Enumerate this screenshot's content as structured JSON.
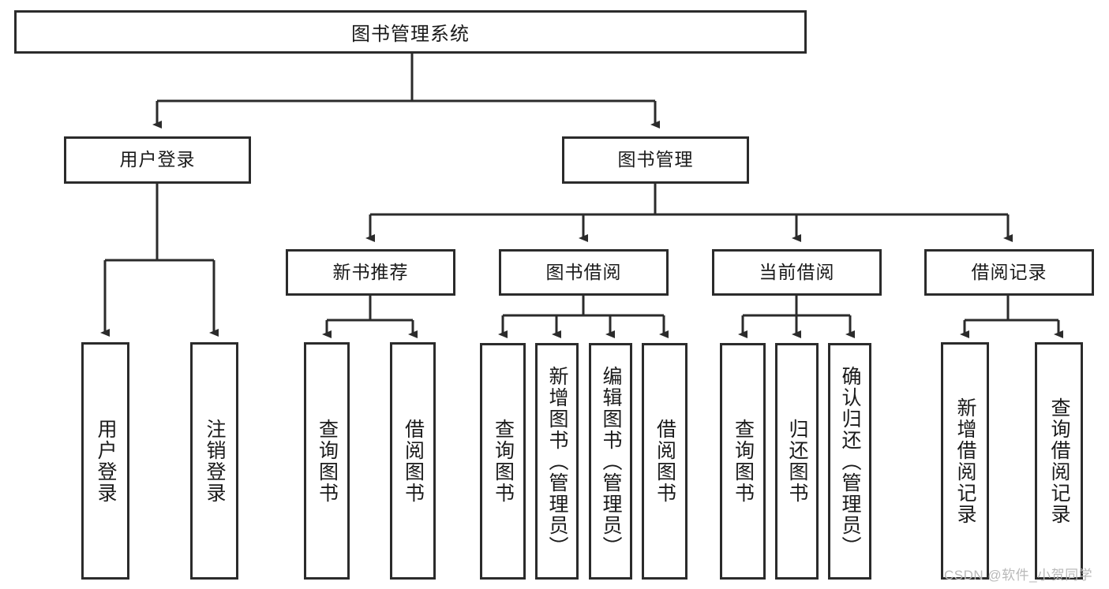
{
  "diagram": {
    "type": "tree-hierarchy-chart",
    "title": "图书管理系统",
    "orientation": "top-down",
    "line_color": "#2b2b2b",
    "box_fill": "#ffffff",
    "text_color": "#1a1a1a"
  },
  "root": {
    "label": "图书管理系统"
  },
  "level2": [
    {
      "label": "用户登录"
    },
    {
      "label": "图书管理"
    }
  ],
  "level3": [
    {
      "label": "新书推荐"
    },
    {
      "label": "图书借阅"
    },
    {
      "label": "当前借阅"
    },
    {
      "label": "借阅记录"
    }
  ],
  "leaves": {
    "user_login": [
      {
        "label": "用户登录"
      },
      {
        "label": "注销登录"
      }
    ],
    "new_book_recommend": [
      {
        "label": "查询图书"
      },
      {
        "label": "借阅图书"
      }
    ],
    "book_borrow": [
      {
        "label": "查询图书"
      },
      {
        "label": "新增图书（管理员）"
      },
      {
        "label": "编辑图书（管理员）"
      },
      {
        "label": "借阅图书"
      }
    ],
    "current_borrow": [
      {
        "label": "查询图书"
      },
      {
        "label": "归还图书"
      },
      {
        "label": "确认归还（管理员）"
      }
    ],
    "borrow_record": [
      {
        "label": "新增借阅记录"
      },
      {
        "label": "查询借阅记录"
      }
    ]
  },
  "watermark": {
    "text": "CSDN @软件_小贺同学"
  }
}
